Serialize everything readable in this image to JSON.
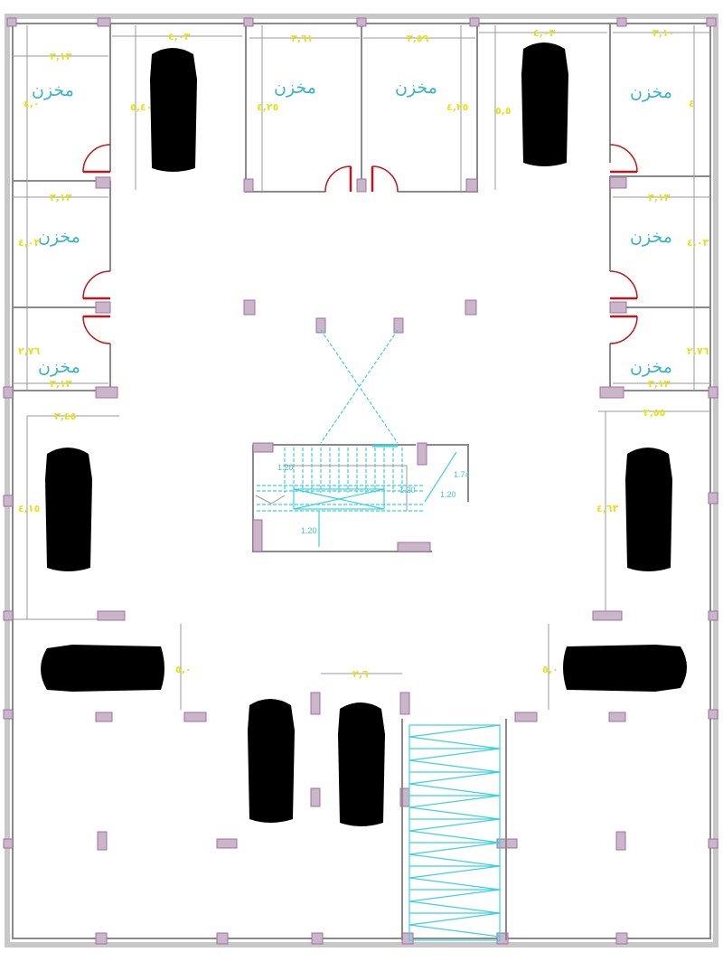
{
  "plan": {
    "rooms": [
      "مخزن",
      "مخزن",
      "مخزن",
      "مخزن",
      "مخزن",
      "مخزن",
      "مخزن",
      "مخزن"
    ],
    "dims": [
      "٣,١٣",
      "٤,٠",
      "٤,٠٣",
      "٥,٤٠",
      "٣,٦١",
      "٤,٢٥",
      "٣,٥٩",
      "٤,٢٥",
      "٤,٠٣",
      "٥,٥",
      "٣,١٠",
      "٤",
      "٣,١٣",
      "٤,٠٣",
      "٣,١٣",
      "٢,٧٦",
      "٣,١٣",
      "٤,٠٣",
      "٣,١٣",
      "٢,٧٦",
      "٣,٤٥",
      "٣,٥٥",
      "٤,١٥",
      "٤,٦٣",
      "٥,٠",
      "٥,٠",
      "٢,٦"
    ],
    "stair_labels": [
      "1.20",
      "1.20",
      "1.20",
      "1.74",
      "1.20"
    ]
  },
  "colors": {
    "dimension": "#e6e21a",
    "room_label": "#3bb3c8",
    "door": "#c0161b",
    "stair": "#3fd0dc",
    "pillar": "#c9b6c9"
  }
}
